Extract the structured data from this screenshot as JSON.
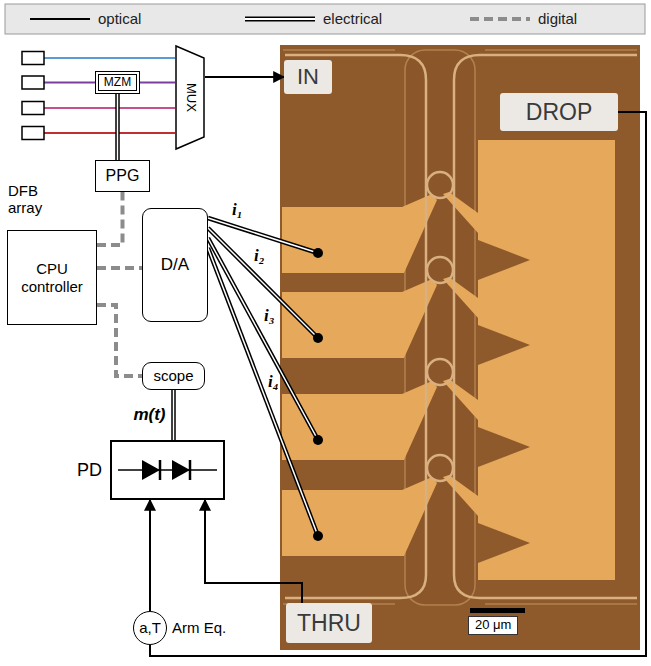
{
  "diagram": {
    "nodes": [
      {
        "text": [
          "MZM"
        ]
      },
      {
        "text": [
          "MUX"
        ]
      },
      {
        "text": [
          "PPG"
        ]
      },
      {
        "text": [
          "CPU controller"
        ]
      },
      {
        "text": [
          "D/A"
        ]
      },
      {
        "text": [
          "scope"
        ]
      },
      {
        "text": [
          "PD"
        ]
      },
      {
        "text": [
          "a,T",
          "Arm Eq."
        ]
      },
      {
        "text": [
          "IN"
        ]
      },
      {
        "text": [
          "DROP"
        ]
      },
      {
        "text": [
          "THRU"
        ]
      }
    ],
    "edges": [
      {
        "from": 0,
        "to": 1,
        "arrow": "none"
      },
      {
        "from": 1,
        "to": 8,
        "arrow": "to"
      },
      {
        "from": 2,
        "to": 0,
        "arrow": "none"
      },
      {
        "from": 3,
        "to": 2,
        "arrow": "none"
      },
      {
        "from": 3,
        "to": 4,
        "arrow": "none"
      },
      {
        "from": 3,
        "to": 5,
        "arrow": "none"
      },
      {
        "from": 5,
        "to": 6,
        "label": "m(t)",
        "arrow": "none"
      },
      {
        "from": 9,
        "to": 7,
        "arrow": "none"
      },
      {
        "from": 7,
        "to": 6,
        "arrow": "to"
      },
      {
        "from": 10,
        "to": 6,
        "arrow": "to"
      }
    ],
    "labels": [
      "DFB array",
      "i₁",
      "i₂",
      "i₃",
      "i₄",
      "20 μm"
    ],
    "legend": [
      {
        "text": "optical"
      },
      {
        "text": "electrical"
      },
      {
        "text": "digital"
      }
    ]
  }
}
